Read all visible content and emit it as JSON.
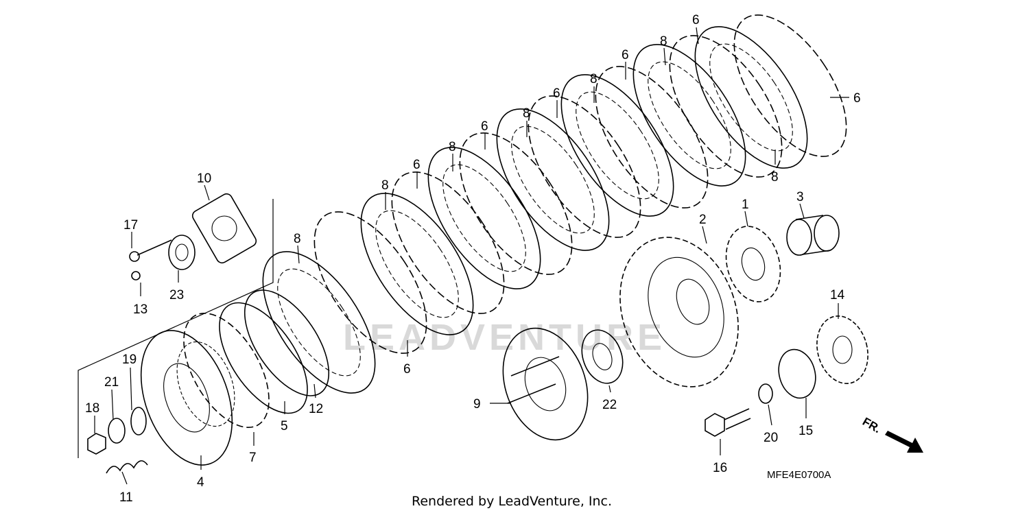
{
  "diagram_code": "MFE4E0700A",
  "footer_text": "Rendered by LeadVenture, Inc.",
  "watermark_text": "LEADVENTURE",
  "direction_label": "FR.",
  "callouts": [
    "1",
    "2",
    "3",
    "4",
    "5",
    "6",
    "7",
    "8",
    "9",
    "10",
    "11",
    "12",
    "13",
    "14",
    "15",
    "16",
    "17",
    "18",
    "19",
    "20",
    "21",
    "22",
    "23"
  ]
}
